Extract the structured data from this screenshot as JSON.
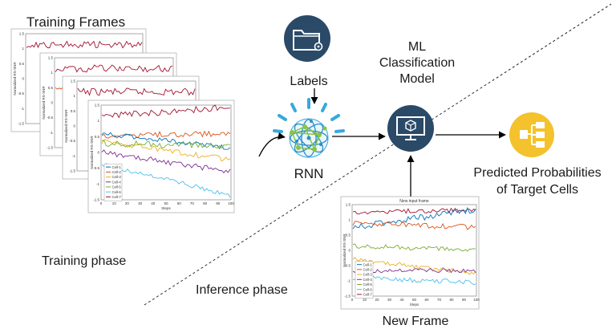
{
  "labels": {
    "training_frames": "Training Frames",
    "labels": "Labels",
    "ml_model": [
      "ML",
      "Classification",
      "Model"
    ],
    "rnn": "RNN",
    "predicted": [
      "Predicted Probabilities",
      "of Target Cells"
    ],
    "training_phase": "Training phase",
    "inference_phase": "Inference phase",
    "new_frame": "New Frame"
  },
  "icons": {
    "labels_icon": "folder-gear-icon",
    "rnn_icon": "neural-network-icon",
    "model_icon": "monitor-cube-icon",
    "output_icon": "hierarchy-icon"
  },
  "colors": {
    "icon_dark": "#2a4a68",
    "icon_yellow": "#f3c22c",
    "rnn_blue": "#37a9dd",
    "rnn_green": "#8ac541"
  },
  "plot_text": {
    "ylabel": "Normalized RS-SNR",
    "xlabel": "Steps",
    "new_frame_title": "New input frame",
    "xticks": [
      "0",
      "10",
      "20",
      "30",
      "40",
      "50",
      "60",
      "70",
      "80",
      "90",
      "100"
    ],
    "yticks": [
      "1.5",
      "1",
      "0.5",
      "0",
      "-0.5",
      "-1",
      "-1.5"
    ],
    "legend": [
      "Cell-1",
      "Cell-2",
      "Cell-3",
      "Cell-4",
      "Cell-5",
      "Cell-6",
      "Cell-7"
    ]
  },
  "series_colors": [
    "#0072bd",
    "#d95319",
    "#edb120",
    "#7e2f8e",
    "#77ac30",
    "#4dbeee",
    "#a2142f"
  ]
}
